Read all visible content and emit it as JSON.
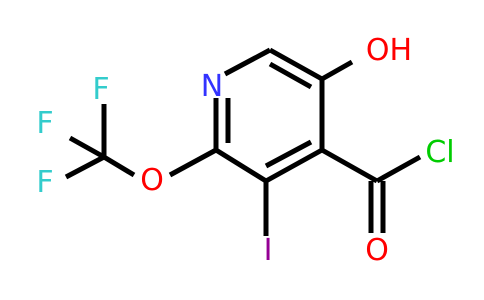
{
  "molecule": {
    "atoms": [
      {
        "id": "N",
        "label": "N",
        "color": "#3333ff"
      },
      {
        "id": "OH",
        "label": "OH",
        "color": "#ff0000"
      },
      {
        "id": "Cl",
        "label": "Cl",
        "color": "#00cc00"
      },
      {
        "id": "O_carbonyl",
        "label": "O",
        "color": "#ff0000"
      },
      {
        "id": "I",
        "label": "I",
        "color": "#940094"
      },
      {
        "id": "O_ether",
        "label": "O",
        "color": "#ff0000"
      },
      {
        "id": "F1",
        "label": "F",
        "color": "#33cccc"
      },
      {
        "id": "F2",
        "label": "F",
        "color": "#33cccc"
      },
      {
        "id": "F3",
        "label": "F",
        "color": "#33cccc"
      }
    ],
    "bond_color": "#000000"
  }
}
